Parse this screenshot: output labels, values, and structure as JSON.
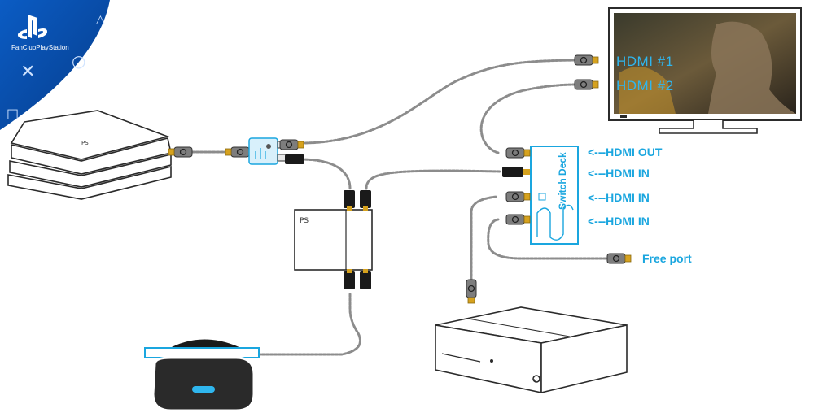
{
  "branding": {
    "logo_text": "FanClubPlayStation"
  },
  "tv": {
    "inputs": [
      "HDMI #1",
      "HDMI #2"
    ]
  },
  "switch_deck": {
    "title": "Switch Deck",
    "ports": [
      "<---HDMI OUT",
      "<---HDMI IN",
      "<---HDMI IN",
      "<---HDMI IN"
    ],
    "free_port_label": "Free port"
  },
  "colors": {
    "accent": "#1aa6df",
    "brand_blue": "#0a4fa8",
    "line": "#2b2b2b",
    "cable": "#9a9a9a",
    "connector_gold": "#d6a21e"
  }
}
